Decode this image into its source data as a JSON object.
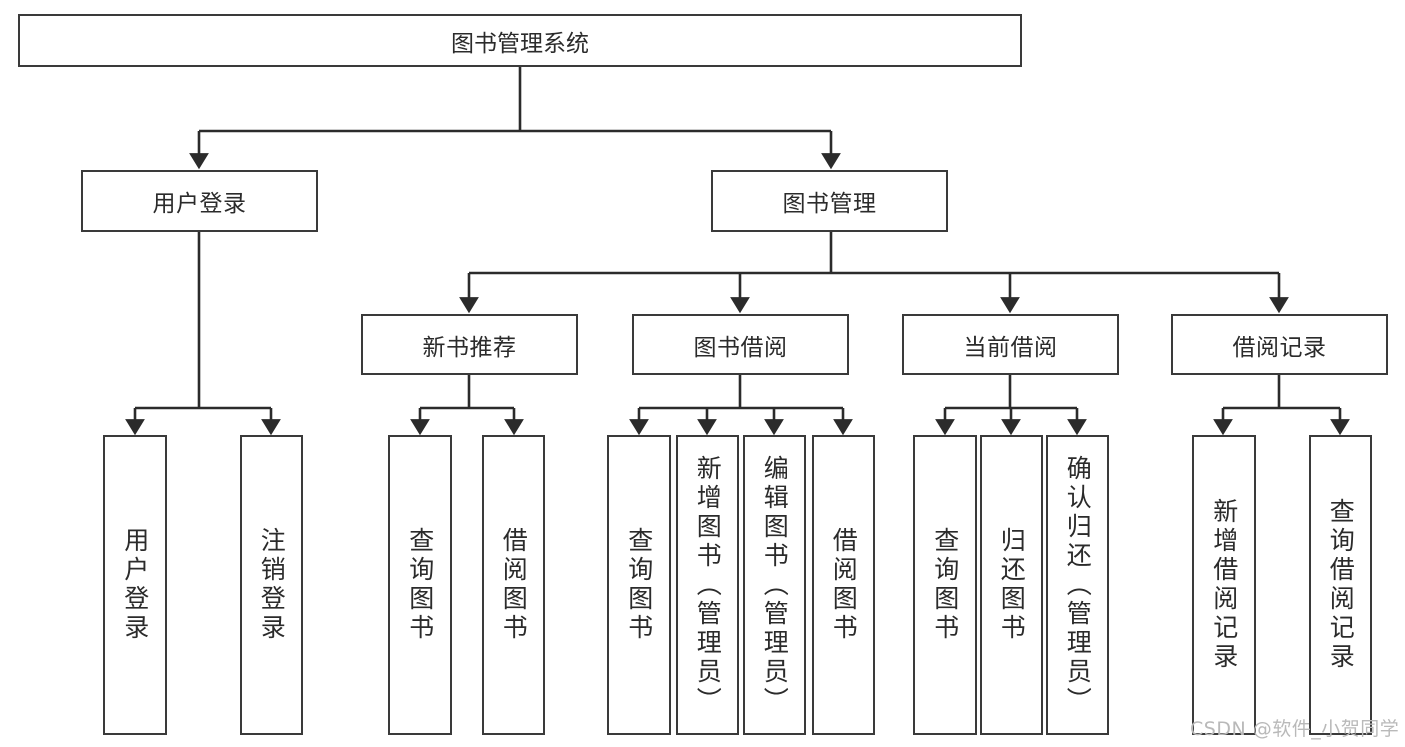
{
  "diagram": {
    "title": "图书管理系统",
    "watermark": "CSDN @软件_小贺同学",
    "line_color": "#3a3a3a",
    "text_color": "#2b2b2b",
    "background": "#ffffff",
    "nodes": {
      "root": "图书管理系统",
      "level2": {
        "user_login": "用户登录",
        "book_manage": "图书管理"
      },
      "level3": {
        "new_book_recommend": "新书推荐",
        "book_borrow": "图书借阅",
        "current_borrow": "当前借阅",
        "borrow_record": "借阅记录"
      },
      "leaves": {
        "user_login_children": [
          "用户登录",
          "注销登录"
        ],
        "new_book_recommend_children": [
          "查询图书",
          "借阅图书"
        ],
        "book_borrow_children": [
          "查询图书",
          "新增图书（管理员）",
          "编辑图书（管理员）",
          "借阅图书"
        ],
        "current_borrow_children": [
          "查询图书",
          "归还图书",
          "确认归还（管理员）"
        ],
        "borrow_record_children": [
          "新增借阅记录",
          "查询借阅记录"
        ]
      }
    }
  }
}
